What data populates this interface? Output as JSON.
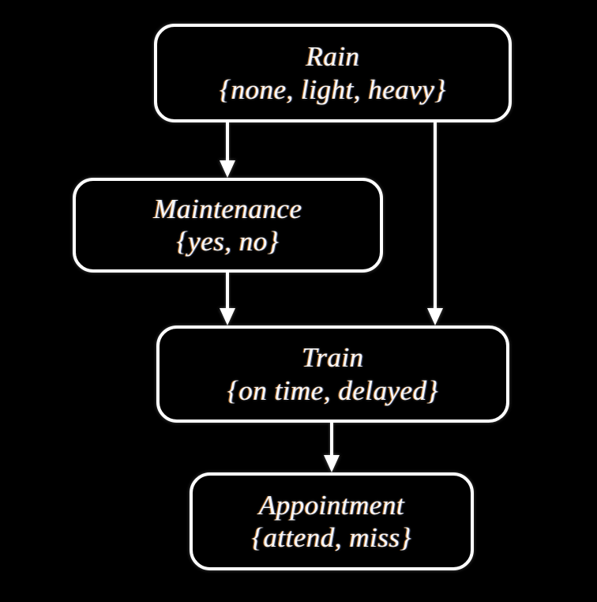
{
  "diagram": {
    "type": "bayesian-network",
    "background_color": "#000000",
    "node_border_color": "#ffffff",
    "node_text_color": "#f7f7f7",
    "edge_color": "#ffffff",
    "nodes": [
      {
        "id": "rain",
        "title": "Rain",
        "states": "{none, light, heavy}",
        "state_list": [
          "none",
          "light",
          "heavy"
        ]
      },
      {
        "id": "maintenance",
        "title": "Maintenance",
        "states": "{yes, no}",
        "state_list": [
          "yes",
          "no"
        ]
      },
      {
        "id": "train",
        "title": "Train",
        "states": "{on time, delayed}",
        "state_list": [
          "on time",
          "delayed"
        ]
      },
      {
        "id": "appointment",
        "title": "Appointment",
        "states": "{attend, miss}",
        "state_list": [
          "attend",
          "miss"
        ]
      }
    ],
    "edges": [
      {
        "id": "rain-maintenance",
        "from": "rain",
        "to": "maintenance"
      },
      {
        "id": "rain-train",
        "from": "rain",
        "to": "train"
      },
      {
        "id": "maintenance-train",
        "from": "maintenance",
        "to": "train"
      },
      {
        "id": "train-appointment",
        "from": "train",
        "to": "appointment"
      }
    ]
  }
}
